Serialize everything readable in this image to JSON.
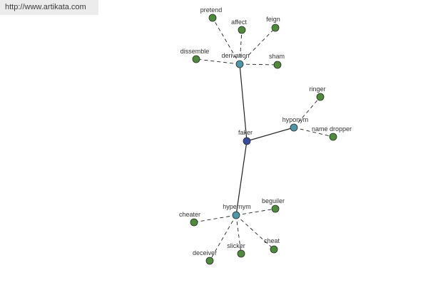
{
  "source_url": "http://www.artikata.com",
  "colors": {
    "root_node": "#3a4a9c",
    "category_node": "#4e96a6",
    "leaf_node": "#4f8a3c",
    "edge": "#222222",
    "label": "#333333"
  },
  "graph": {
    "root": {
      "label": "faker"
    },
    "categories": [
      {
        "key": "derivation",
        "label": "derivation",
        "leaves": [
          "pretend",
          "affect",
          "feign",
          "dissemble",
          "sham"
        ]
      },
      {
        "key": "hyponym",
        "label": "hyponym",
        "leaves": [
          "ringer",
          "name dropper"
        ]
      },
      {
        "key": "hypernym",
        "label": "hypernym",
        "leaves": [
          "beguiler",
          "cheater",
          "cheat",
          "slicker",
          "deceiver"
        ]
      }
    ]
  }
}
